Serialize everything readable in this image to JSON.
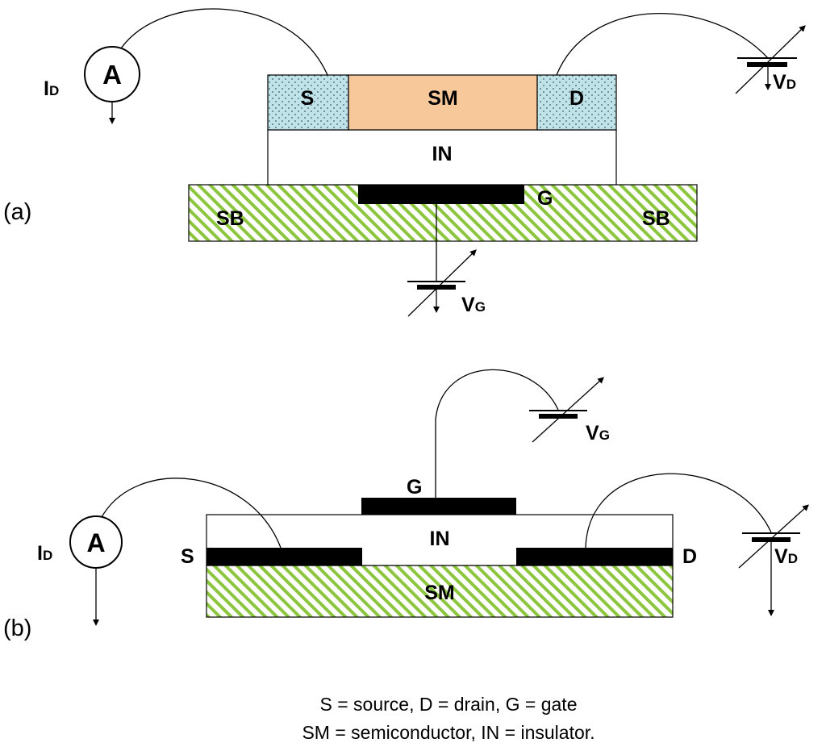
{
  "panel_a": {
    "label": "(a)",
    "source": "S",
    "semiconductor": "SM",
    "drain": "D",
    "insulator": "IN",
    "gate": "G",
    "substrate_left": "SB",
    "substrate_right": "SB",
    "ammeter": "A",
    "current_main": "I",
    "current_sub": "D",
    "vd_main": "V",
    "vd_sub": "D",
    "vg_main": "V",
    "vg_sub": "G"
  },
  "panel_b": {
    "label": "(b)",
    "source": "S",
    "drain": "D",
    "gate": "G",
    "insulator": "IN",
    "semiconductor": "SM",
    "ammeter": "A",
    "current_main": "I",
    "current_sub": "D",
    "vd_main": "V",
    "vd_sub": "D",
    "vg_main": "V",
    "vg_sub": "G"
  },
  "caption": {
    "line1": "S = source, D = drain, G = gate",
    "line2": "SM = semiconductor, IN = insulator."
  },
  "colors": {
    "contact_fill": "#bfe3e8",
    "semiconductor_fill": "#f7c89a",
    "substrate_hatch": "#8cc63f",
    "electrode": "#000000"
  }
}
